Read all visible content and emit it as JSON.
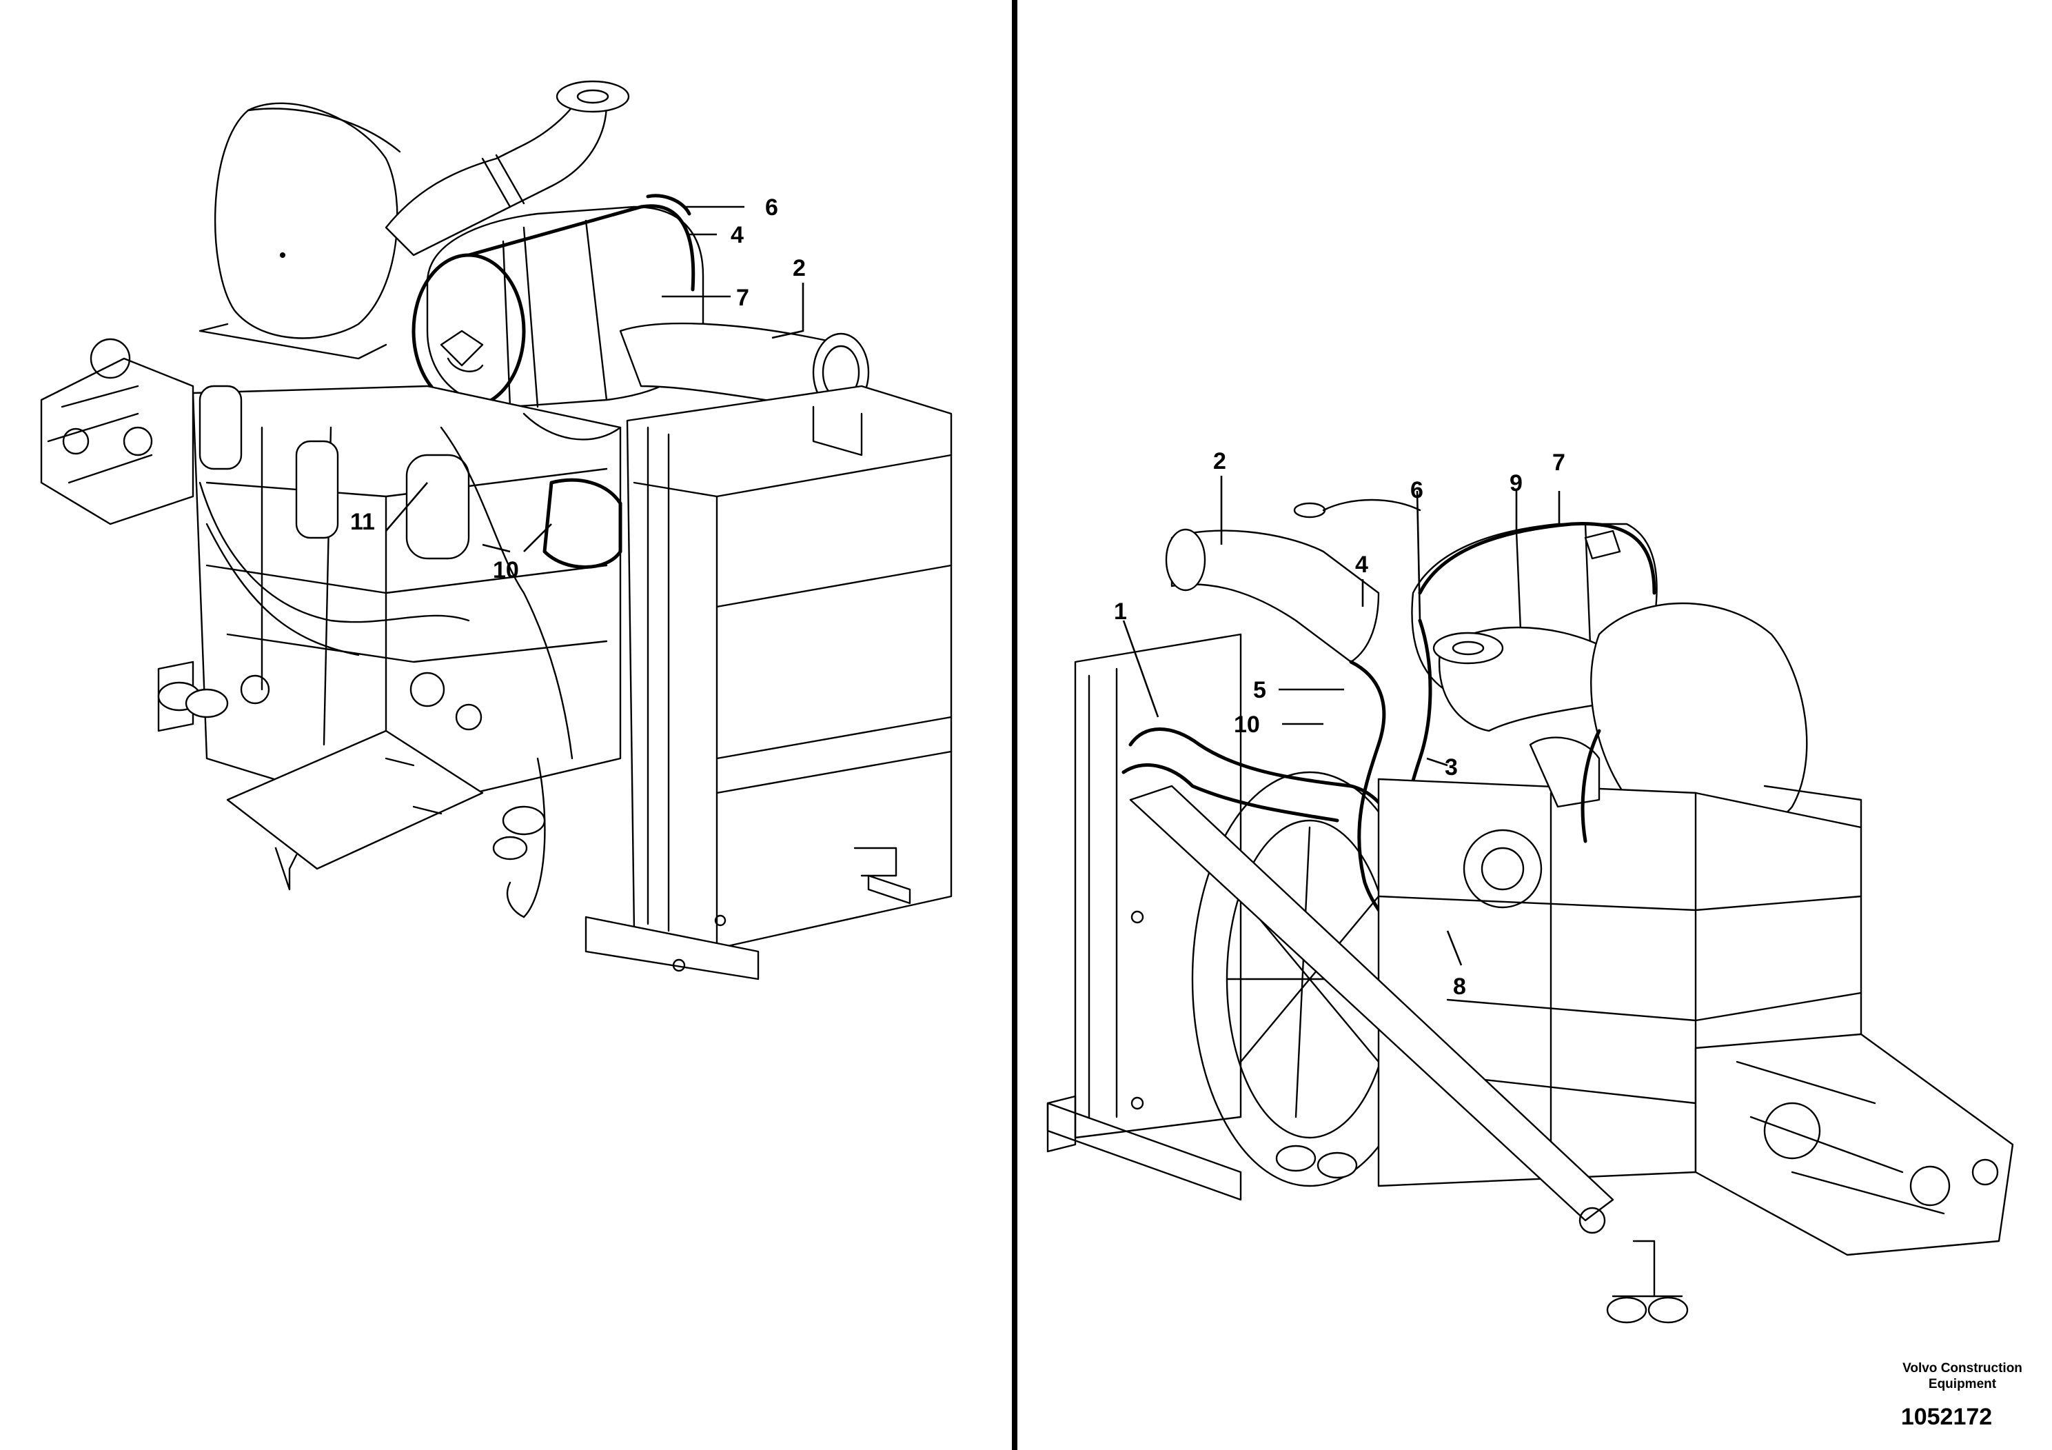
{
  "callouts": {
    "left": {
      "c6": "6",
      "c4": "4",
      "c2": "2",
      "c7": "7",
      "c11": "11",
      "c10": "10"
    },
    "right": {
      "c2": "2",
      "c6": "6",
      "c9": "9",
      "c7": "7",
      "c4": "4",
      "c1": "1",
      "c5": "5",
      "c10": "10",
      "c3": "3",
      "c8": "8"
    }
  },
  "footer": {
    "brand_line1": "Volvo Construction",
    "brand_line2": "Equipment",
    "document_number": "1052172"
  }
}
